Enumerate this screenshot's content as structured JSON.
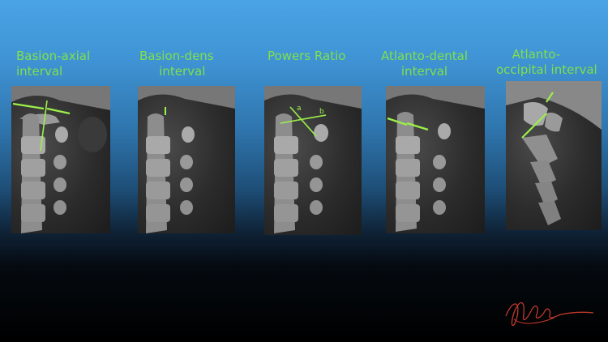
{
  "labels": {
    "bai": [
      "Basion-axial",
      "interval"
    ],
    "bdi": [
      "Basion-dens",
      "interval"
    ],
    "powers": [
      "Powers Ratio"
    ],
    "adi": [
      "Atlanto-dental",
      "interval"
    ],
    "aoi": [
      "Atlanto-",
      "occipital interval"
    ]
  },
  "annotation_letters": {
    "a": "a",
    "b": "b"
  },
  "colors": {
    "label": "#7fe04a",
    "measure_line": "#9cf04a",
    "signature": "#c0392b"
  }
}
